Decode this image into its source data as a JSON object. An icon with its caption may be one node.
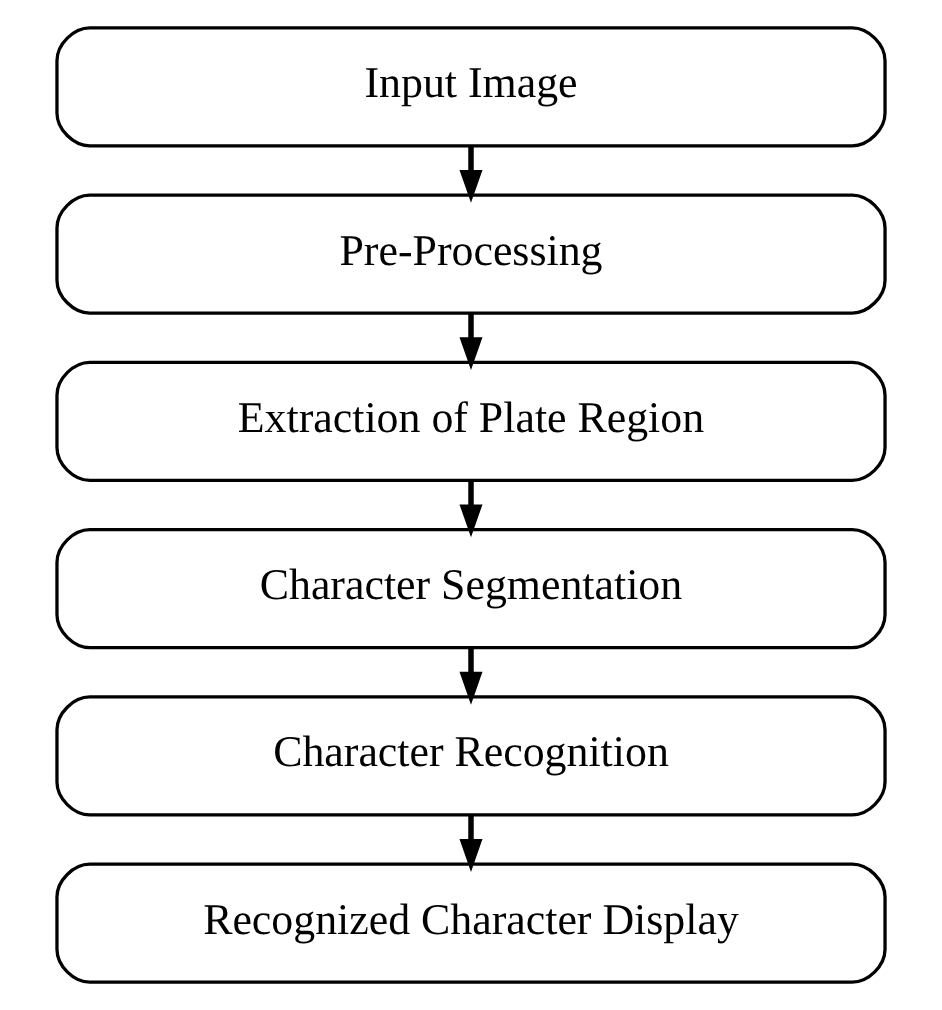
{
  "diagram": {
    "nodes": [
      {
        "text": [
          "Input Image"
        ]
      },
      {
        "text": [
          "Pre-Processing"
        ]
      },
      {
        "text": [
          "Extraction of Plate Region"
        ]
      },
      {
        "text": [
          "Character Segmentation"
        ]
      },
      {
        "text": [
          "Character Recognition"
        ]
      },
      {
        "text": [
          "Recognized Character Display"
        ]
      }
    ],
    "edges": [
      {
        "from": 0,
        "to": 1,
        "arrow": "to"
      },
      {
        "from": 1,
        "to": 2,
        "arrow": "to"
      },
      {
        "from": 2,
        "to": 3,
        "arrow": "to"
      },
      {
        "from": 3,
        "to": 4,
        "arrow": "to"
      },
      {
        "from": 4,
        "to": 5,
        "arrow": "to"
      }
    ]
  }
}
